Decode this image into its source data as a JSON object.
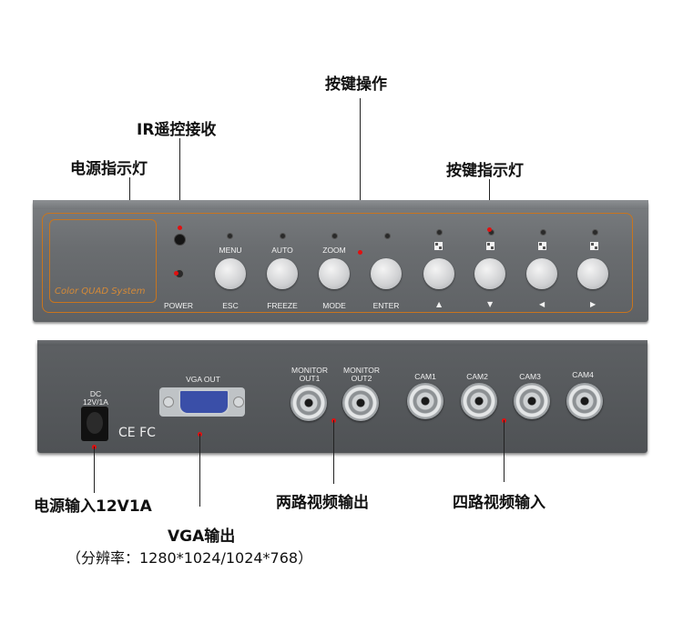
{
  "callouts": {
    "key_operation": "按键操作",
    "ir_receiver": "IR遥控接收",
    "power_indicator": "电源指示灯",
    "key_indicator": "按键指示灯",
    "power_input": "电源输入12V1A",
    "two_channel_out": "两路视频输出",
    "four_channel_in": "四路视频输入",
    "vga_out": "VGA输出",
    "resolution": "（分辨率：1280*1024/1024*768）"
  },
  "front_panel": {
    "logo": "Color QUAD System",
    "power_label": "POWER",
    "buttons": [
      {
        "top": "MENU",
        "bottom": "ESC"
      },
      {
        "top": "AUTO",
        "bottom": "FREEZE"
      },
      {
        "top": "ZOOM",
        "bottom": "MODE"
      },
      {
        "top": "",
        "bottom": "ENTER"
      },
      {
        "top": "quad-icon",
        "bottom": "▲"
      },
      {
        "top": "quad-icon",
        "bottom": "▼"
      },
      {
        "top": "quad-icon",
        "bottom": "◀"
      },
      {
        "top": "quad-icon",
        "bottom": "▶"
      }
    ]
  },
  "rear_panel": {
    "dc_label_1": "DC",
    "dc_label_2": "12V/1A",
    "ce_mark": "CE FC",
    "vga_label": "VGA OUT",
    "monitor1_1": "MONITOR",
    "monitor1_2": "OUT1",
    "monitor2_1": "MONITOR",
    "monitor2_2": "OUT2",
    "cam1": "CAM1",
    "cam2": "CAM2",
    "cam3": "CAM3",
    "cam4": "CAM4"
  },
  "colors": {
    "panel": "#6a6d70",
    "accent": "#c8751e",
    "pointer_dot": "#e01010"
  }
}
